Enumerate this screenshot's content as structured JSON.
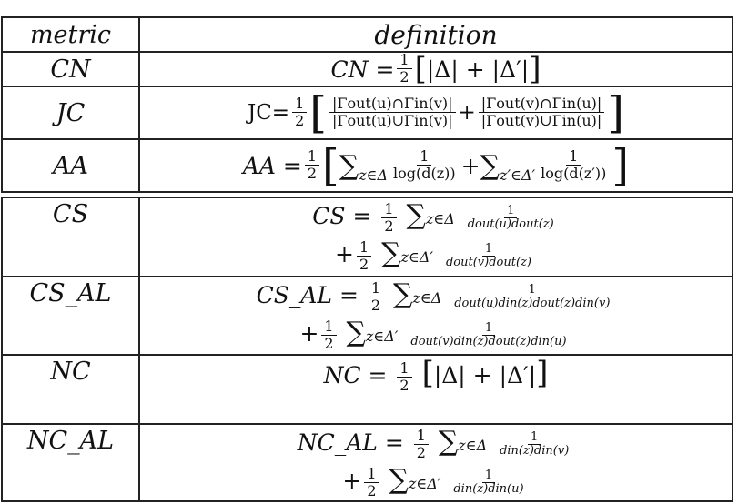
{
  "tables": [
    {
      "header": {
        "metric": "metric",
        "definition": "definition"
      },
      "rows": [
        {
          "metric": "CN",
          "definition": "CN = 1/2 [ |Δ| + |Δ′| ]",
          "lhs": "CN =",
          "half": "1/2",
          "body": "|Δ| + |Δ′|"
        },
        {
          "metric": "JC",
          "definition": "JC = 1/2 [ |Γout(u)∩Γin(v)| / |Γout(u)∪Γin(v)| + |Γout(v)∩Γin(u)| / |Γout(v)∪Γin(u)| ]",
          "lhs": "JC=",
          "num1": "|Γout(u)∩Γin(v)|",
          "den1": "|Γout(u)∪Γin(v)|",
          "num2": "|Γout(v)∩Γin(u)|",
          "den2": "|Γout(v)∪Γin(u)|"
        },
        {
          "metric": "AA",
          "definition": "AA = 1/2 [ Σ_{z∈Δ} 1/log(d(z)) + Σ_{z′∈Δ′} 1/log(d(z′)) ]",
          "lhs": "AA =",
          "sub1": "z∈Δ",
          "den1": "log(d(z))",
          "sub2": "z′∈Δ′",
          "den2": "log(d(z′))"
        }
      ]
    },
    {
      "rows": [
        {
          "metric": "CS",
          "line1": {
            "lhs": "CS =",
            "sub": "z∈Δ",
            "den": "dout(u)dout(z)"
          },
          "line2": {
            "sub": "z∈Δ′",
            "den": "dout(v)dout(z)"
          }
        },
        {
          "metric": "CS_AL",
          "line1": {
            "lhs": "CS_AL =",
            "sub": "z∈Δ",
            "den": "dout(u)din(z)dout(z)din(v)"
          },
          "line2": {
            "sub": "z∈Δ′",
            "den": "dout(v)din(z)dout(z)din(u)"
          }
        },
        {
          "metric": "NC",
          "lhs": "NC =",
          "body": "|Δ| + |Δ′|"
        },
        {
          "metric": "NC_AL",
          "line1": {
            "lhs": "NC_AL =",
            "sub": "z∈Δ",
            "den": "din(z)din(v)"
          },
          "line2": {
            "sub": "z∈Δ′",
            "den": "din(z)din(u)"
          }
        }
      ]
    }
  ],
  "symbols": {
    "one": "1",
    "two": "2",
    "plus": "+",
    "sum": "∑",
    "lbr": "[",
    "rbr": "]"
  }
}
